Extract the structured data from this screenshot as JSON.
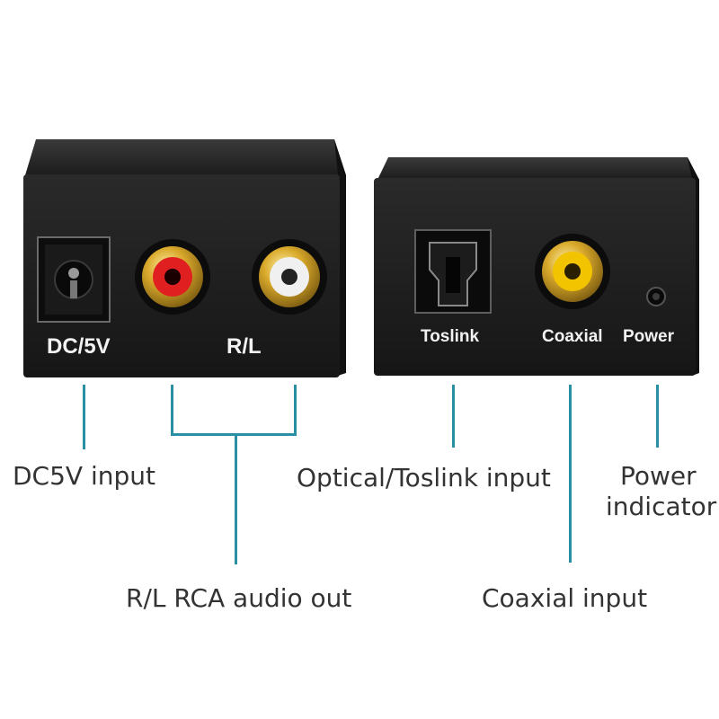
{
  "left_unit": {
    "dc_label": "DC/5V",
    "rl_label": "R/L"
  },
  "right_unit": {
    "toslink_label": "Toslink",
    "coaxial_label": "Coaxial",
    "power_label": "Power"
  },
  "callouts": {
    "dc_input": "DC5V input",
    "rca_out": "R/L RCA audio out",
    "optical_input": "Optical/Toslink input",
    "power_indicator_line1": "Power",
    "power_indicator_line2": "indicator",
    "coaxial_input": "Coaxial input"
  },
  "colors": {
    "leader_line": "#2b8fa3",
    "rca_left": "#e02020",
    "rca_right": "#f0f0f0",
    "coaxial": "#f2c400"
  }
}
